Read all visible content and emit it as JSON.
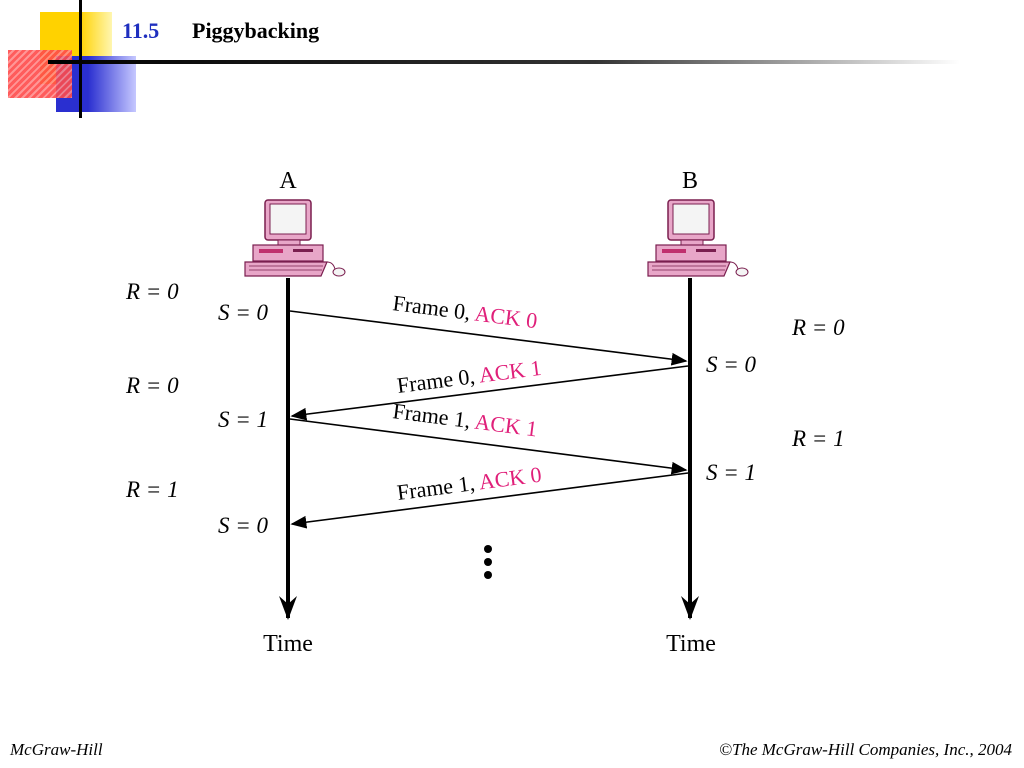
{
  "header": {
    "section_number": "11.5",
    "title": "Piggybacking"
  },
  "footer": {
    "publisher": "McGraw-Hill",
    "copyright": "©The McGraw-Hill Companies, Inc., 2004"
  },
  "diagram": {
    "stations": [
      {
        "name": "A",
        "time_label": "Time"
      },
      {
        "name": "B",
        "time_label": "Time"
      }
    ],
    "a_r_labels": [
      "R = 0",
      "R = 0",
      "R = 1"
    ],
    "a_s_labels": [
      "S = 0",
      "S = 1",
      "S = 0"
    ],
    "b_r_labels": [
      "R = 0",
      "R = 1"
    ],
    "b_s_labels": [
      "S = 0",
      "S = 1"
    ],
    "frames": [
      {
        "frame": "Frame 0, ",
        "ack": "ACK 0",
        "direction": "A-to-B"
      },
      {
        "frame": "Frame 0, ",
        "ack": "ACK 1",
        "direction": "B-to-A"
      },
      {
        "frame": "Frame 1, ",
        "ack": "ACK 1",
        "direction": "A-to-B"
      },
      {
        "frame": "Frame 1, ",
        "ack": "ACK 0",
        "direction": "B-to-A"
      }
    ],
    "colors": {
      "ack": "#e0207a",
      "computer": "#e8a6c8",
      "computer_outline": "#7a1f4f"
    }
  }
}
